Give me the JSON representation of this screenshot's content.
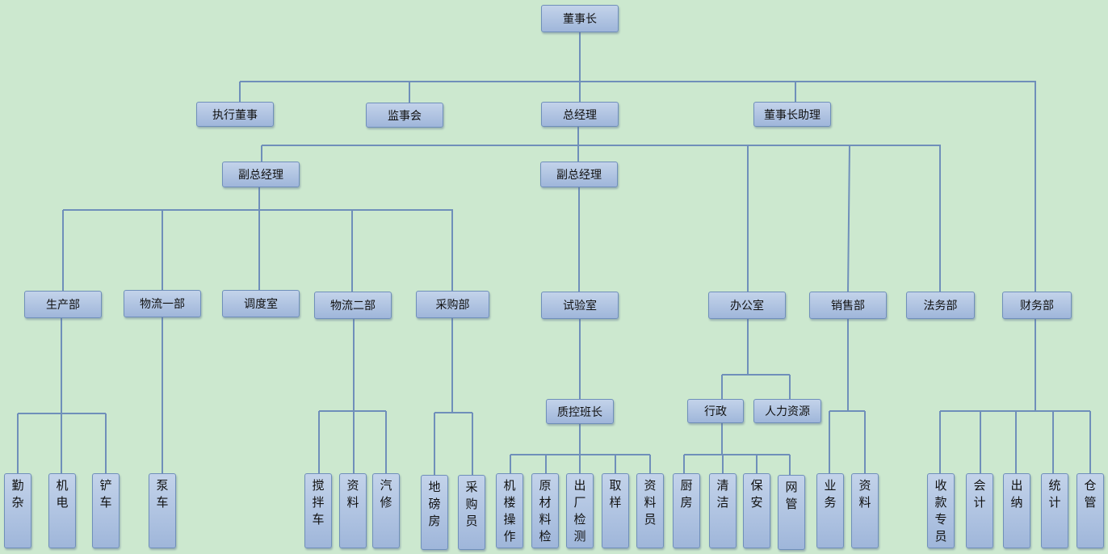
{
  "nodes": {
    "chairman": "董事长",
    "exec_director": "执行董事",
    "supervisory_board": "监事会",
    "general_manager": "总经理",
    "chairman_assistant": "董事长助理",
    "vice_gm_1": "副总经理",
    "vice_gm_2": "副总经理",
    "production_dept": "生产部",
    "logistics_1": "物流一部",
    "dispatch_room": "调度室",
    "logistics_2": "物流二部",
    "purchasing_dept": "采购部",
    "laboratory": "试验室",
    "office": "办公室",
    "sales_dept": "销售部",
    "legal_dept": "法务部",
    "finance_dept": "财务部",
    "qc_leader": "质控班长",
    "administration": "行政",
    "human_resources": "人力资源",
    "chores": "勤杂",
    "electromechanical": "机电",
    "forklift": "铲车",
    "pump_truck": "泵车",
    "mixer_truck": "搅拌车",
    "materials_a": "资料",
    "auto_repair": "汽修",
    "weighbridge_room": "地磅房",
    "purchaser": "采购员",
    "mixer_operation": "机楼操作",
    "raw_material_inspection": "原材料检",
    "outgoing_inspection": "出厂检测",
    "sampling": "取样",
    "data_clerk": "资料员",
    "kitchen": "厨房",
    "cleaning": "清洁",
    "security": "保安",
    "network_admin": "网管",
    "business": "业务",
    "materials_b": "资料",
    "cashier_clerk": "收款专员",
    "accounting": "会计",
    "teller": "出纳",
    "statistics": "统计",
    "warehouse": "仓管"
  }
}
